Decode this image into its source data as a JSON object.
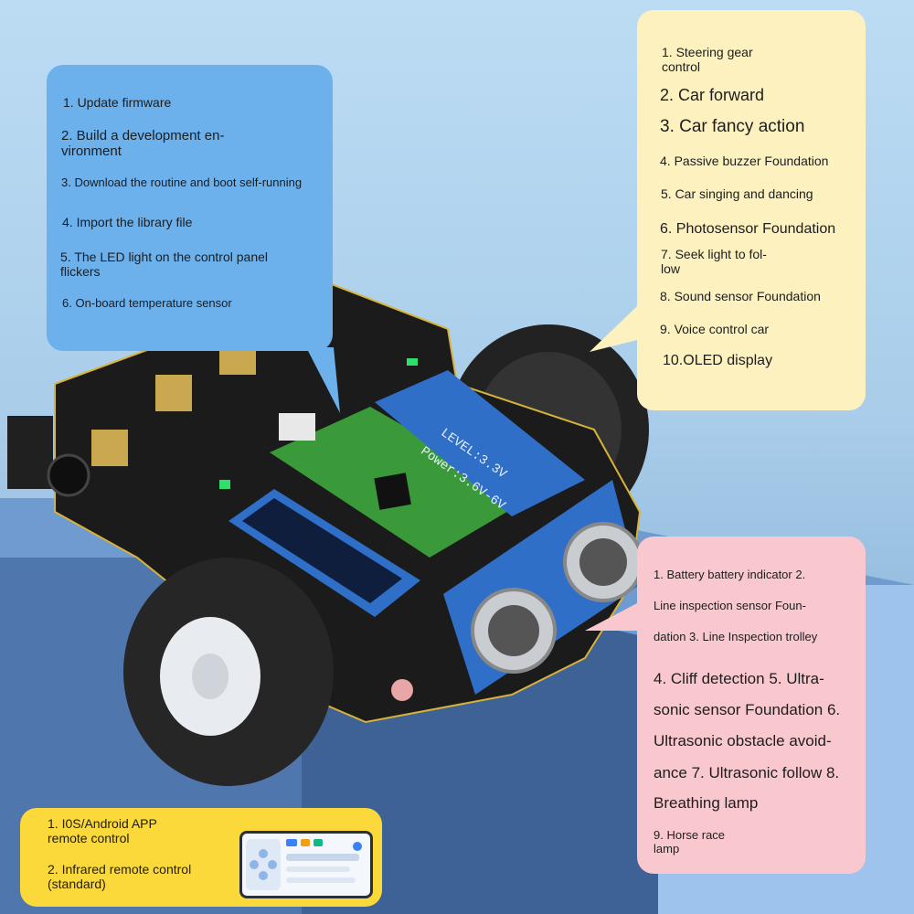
{
  "scene": {
    "colors": {
      "board": "#1b1b1b",
      "pcb_trim": "#d9b23a",
      "pico": "#3a9a3a",
      "module_blue": "#2f6fc7",
      "tire": "#262626",
      "hub": "#e8ebef"
    }
  },
  "blue_panel": {
    "items": [
      "1. Update firmware",
      "2. Build a development en-\nvironment",
      "3. Download the routine and boot self-running",
      "4. Import the library file",
      "5. The LED light on the control panel\nflickers",
      "6. On-board temperature sensor"
    ]
  },
  "cream_panel": {
    "items": [
      "1. Steering gear\ncontrol",
      "2. Car forward",
      "3. Car fancy action",
      "4. Passive buzzer Foundation",
      "5. Car singing and dancing",
      "6. Photosensor Foundation",
      "7. Seek light to fol-\nlow",
      "8. Sound sensor Foundation",
      "9. Voice control car",
      "10.OLED display"
    ]
  },
  "pink_panel": {
    "lines": [
      "1. Battery battery indicator 2.",
      "Line inspection sensor Foun-",
      "dation 3. Line Inspection trolley",
      "4. Cliff detection 5. Ultra-",
      "sonic sensor Foundation 6.",
      "Ultrasonic obstacle avoid-",
      "ance 7. Ultrasonic follow 8.",
      "Breathing lamp",
      "9. Horse race\nlamp"
    ]
  },
  "yellow_panel": {
    "items": [
      "1. I0S/Android APP\nremote control",
      "2. Infrared remote control\n (standard)"
    ]
  },
  "module_labels": {
    "level": "LEVEL:3.3V",
    "power": "Power:3.6V-6V"
  }
}
